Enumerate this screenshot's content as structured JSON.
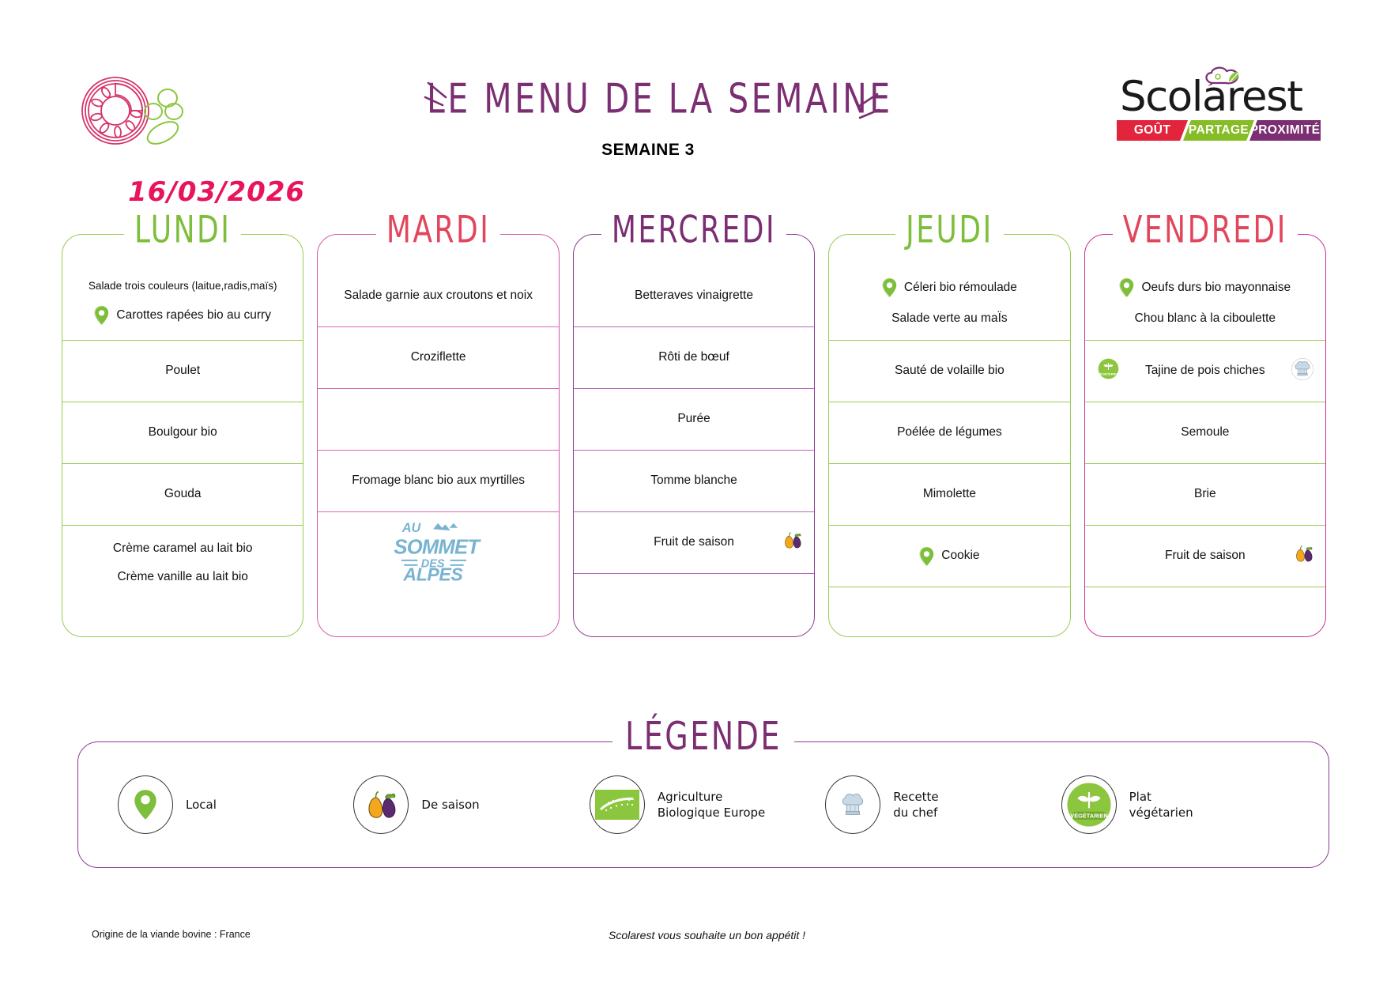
{
  "header": {
    "title": "LE MENU DE LA SEMAINE",
    "week": "SEMAINE 3",
    "date": "16/03/2026",
    "logo": {
      "word": "Scolarest",
      "bands": [
        "GOÛT",
        "PARTAGE",
        "PROXIMITÉ"
      ]
    }
  },
  "colors": {
    "green": "#7DBE3C",
    "red": "#E2455C",
    "purple": "#7B2E72",
    "pink": "#CE2F9B",
    "date_pink": "#E8155B",
    "band_red": "#E2253C",
    "band_green": "#86BC25",
    "band_purple": "#7B2E72",
    "alpes_blue": "#78B4D2"
  },
  "days": [
    {
      "name": "LUNDI",
      "theme": "c-green",
      "rows": [
        {
          "items": [
            {
              "text": "Salade trois couleurs (laitue,radis,maïs)",
              "small": true,
              "icons": []
            },
            {
              "text": "Carottes  rapées bio au curry",
              "icons": [
                "local"
              ]
            }
          ]
        },
        {
          "items": [
            {
              "text": "Poulet",
              "icons": []
            }
          ]
        },
        {
          "items": [
            {
              "text": "Boulgour bio",
              "icons": []
            }
          ]
        },
        {
          "items": [
            {
              "text": "Gouda",
              "icons": []
            }
          ]
        },
        {
          "items": [
            {
              "text": "Crème caramel au lait bio",
              "icons": []
            },
            {
              "text": "Crème vanille au lait bio",
              "icons": []
            }
          ]
        }
      ]
    },
    {
      "name": "MARDI",
      "theme": "c-pink",
      "rows": [
        {
          "items": [
            {
              "text": "Salade garnie aux croutons et noix",
              "icons": []
            }
          ]
        },
        {
          "items": [
            {
              "text": "Croziflette",
              "icons": []
            }
          ]
        },
        {
          "items": [
            {
              "text": "",
              "icons": []
            }
          ]
        },
        {
          "items": [
            {
              "text": "Fromage blanc bio aux myrtilles",
              "icons": []
            }
          ]
        },
        {
          "items": [
            {
              "text": "",
              "icons": [],
              "logo": "au-sommet-des-alpes"
            }
          ]
        }
      ]
    },
    {
      "name": "MERCREDI",
      "theme": "c-purple",
      "rows": [
        {
          "items": [
            {
              "text": "Betteraves  vinaigrette",
              "icons": []
            }
          ]
        },
        {
          "items": [
            {
              "text": "Rôti de bœuf",
              "icons": []
            }
          ]
        },
        {
          "items": [
            {
              "text": "Purée",
              "icons": []
            }
          ]
        },
        {
          "items": [
            {
              "text": "Tomme blanche",
              "icons": []
            }
          ]
        },
        {
          "items": [
            {
              "text": "Fruit de saison",
              "icons": [
                "seasonal-right"
              ]
            }
          ]
        },
        {
          "items": [
            {
              "text": "",
              "icons": []
            }
          ]
        }
      ]
    },
    {
      "name": "JEUDI",
      "theme": "c-green",
      "rows": [
        {
          "items": [
            {
              "text": "Céleri  bio rémoulade",
              "icons": [
                "local"
              ]
            },
            {
              "text": "Salade verte au maÏs",
              "icons": []
            }
          ]
        },
        {
          "items": [
            {
              "text": "Sauté de volaille bio",
              "icons": []
            }
          ]
        },
        {
          "items": [
            {
              "text": "Poélée de légumes",
              "icons": []
            }
          ]
        },
        {
          "items": [
            {
              "text": "Mimolette",
              "icons": []
            }
          ]
        },
        {
          "items": [
            {
              "text": "Cookie",
              "icons": [
                "local"
              ]
            }
          ]
        },
        {
          "items": [
            {
              "text": "",
              "icons": []
            }
          ]
        }
      ]
    },
    {
      "name": "VENDREDI",
      "theme": "c-mix",
      "rows": [
        {
          "items": [
            {
              "text": "Oeufs durs bio mayonnaise",
              "icons": [
                "local"
              ]
            },
            {
              "text": "Chou blanc à la ciboulette",
              "icons": []
            }
          ]
        },
        {
          "items": [
            {
              "text": "Tajine de pois chiches",
              "icons": [
                "vegetarian-left",
                "chef-right"
              ]
            }
          ]
        },
        {
          "items": [
            {
              "text": "Semoule",
              "icons": []
            }
          ]
        },
        {
          "items": [
            {
              "text": "Brie",
              "icons": []
            }
          ]
        },
        {
          "items": [
            {
              "text": "Fruit de saison",
              "icons": [
                "seasonal-right"
              ]
            }
          ]
        },
        {
          "items": [
            {
              "text": "",
              "icons": []
            }
          ]
        }
      ]
    }
  ],
  "legend": {
    "title": "LÉGENDE",
    "items": [
      {
        "icon": "local-pin-icon",
        "label": "Local"
      },
      {
        "icon": "seasonal-icon",
        "label": "De saison"
      },
      {
        "icon": "organic-eu-icon",
        "label": "Agriculture\nBiologique Europe"
      },
      {
        "icon": "chef-hat-icon",
        "label": "Recette\ndu chef"
      },
      {
        "icon": "vegetarian-icon",
        "label": "Plat\nvégétarien"
      }
    ]
  },
  "footer": {
    "origin": "Origine de la viande bovine : France",
    "message": "Scolarest vous souhaite un bon appétit !"
  }
}
